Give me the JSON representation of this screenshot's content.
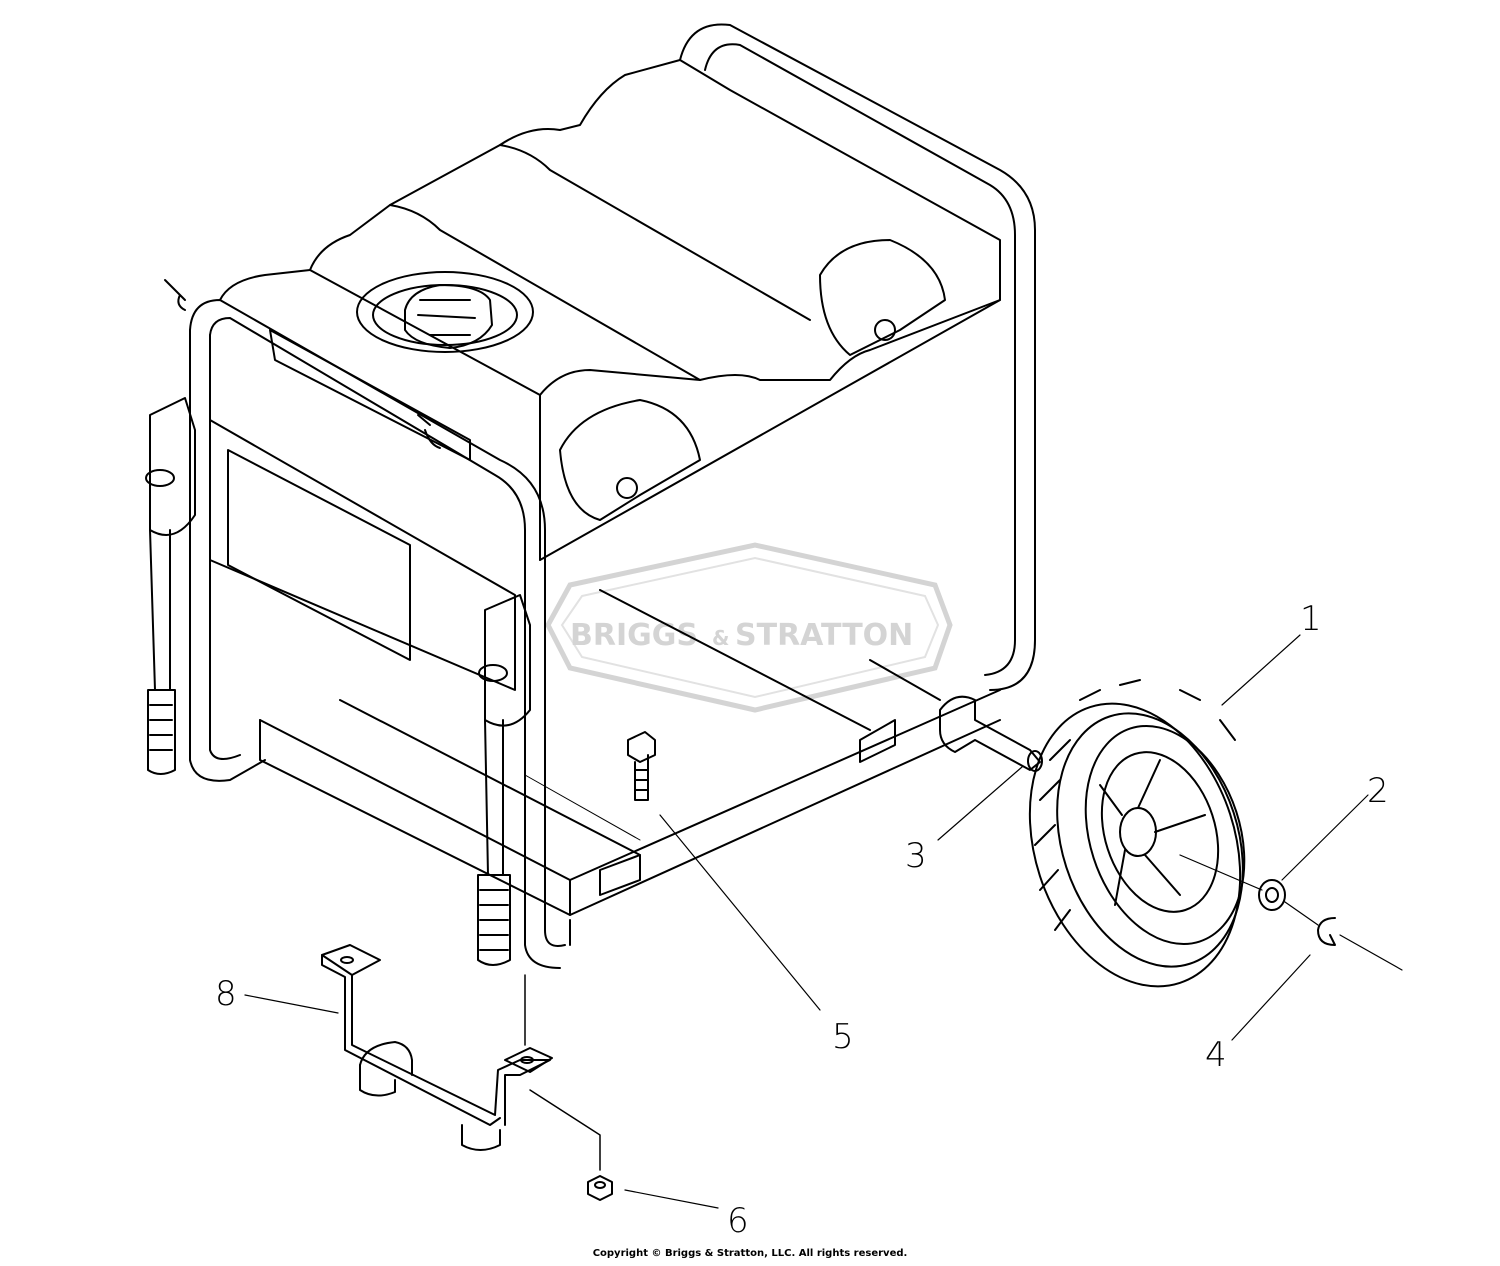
{
  "watermark": {
    "text_left": "BRIGGS",
    "text_amp": "&",
    "text_right": "STRATTON",
    "color": "#d4d4d4"
  },
  "callouts": [
    {
      "label": "1"
    },
    {
      "label": "2"
    },
    {
      "label": "3"
    },
    {
      "label": "4"
    },
    {
      "label": "5"
    },
    {
      "label": "6"
    },
    {
      "label": "8"
    }
  ],
  "copyright": "Copyright © Briggs & Stratton, LLC. All rights reserved.",
  "colors": {
    "line": "#000000",
    "background": "#ffffff"
  }
}
